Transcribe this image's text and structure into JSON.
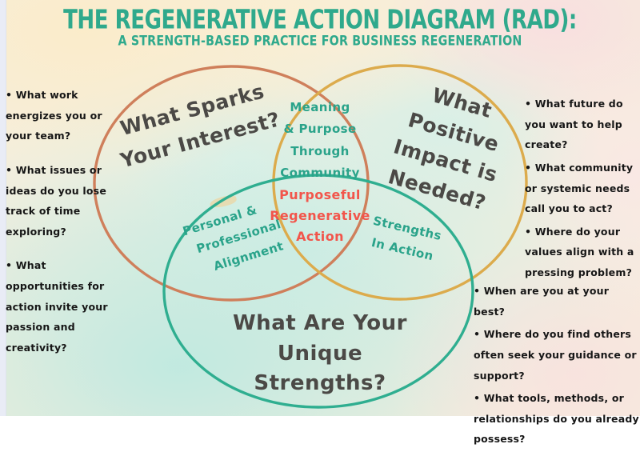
{
  "header": {
    "title": "THE REGENERATIVE ACTION DIAGRAM (RAD):",
    "subtitle": "A STRENGTH-BASED PRACTICE FOR BUSINESS REGENERATION"
  },
  "colors": {
    "title_teal": "#2fa98c",
    "interest_circle": "#cf7f5b",
    "impact_circle": "#dcab4c",
    "strengths_circle": "#2fae90",
    "overlap_teal": "#2aa38a",
    "center_coral": "#f2554b",
    "heading_gray": "#4b4946"
  },
  "diagram": {
    "interest_circle": {
      "color": "#cf7f5b",
      "heading_lines": [
        "What Sparks",
        "Your Interest?"
      ]
    },
    "impact_circle": {
      "color": "#dcab4c",
      "heading_lines": [
        "What Positive",
        "Impact is",
        "Needed?"
      ]
    },
    "strengths_circle": {
      "color": "#2fae90",
      "heading_lines": [
        "What Are Your",
        "Unique",
        "Strengths?"
      ]
    },
    "overlap_interest_impact": {
      "lines": [
        "Meaning",
        "& Purpose",
        "Through",
        "Community"
      ]
    },
    "overlap_interest_strengths": {
      "lines": [
        "Personal &",
        "Professional",
        "Alignment"
      ]
    },
    "overlap_impact_strengths": {
      "lines": [
        "Strengths",
        "In Action"
      ]
    },
    "overlap_center": {
      "lines": [
        "Purposeful",
        "Regenerative",
        "Action"
      ]
    }
  },
  "notes": {
    "left": [
      "• What work energizes you or your team?",
      "• What issues or ideas do you lose track of time exploring?",
      "• What opportunities for action invite your passion and creativity?"
    ],
    "right_top": [
      "• What future do you want to help create?",
      "• What community or systemic needs call you to act?",
      "• Where do your values align with a pressing problem?"
    ],
    "right_bottom": [
      "• When are you at your best?",
      "• Where do you find others often seek your guidance or support?",
      "• What tools, methods, or relationships do you already possess?"
    ]
  }
}
